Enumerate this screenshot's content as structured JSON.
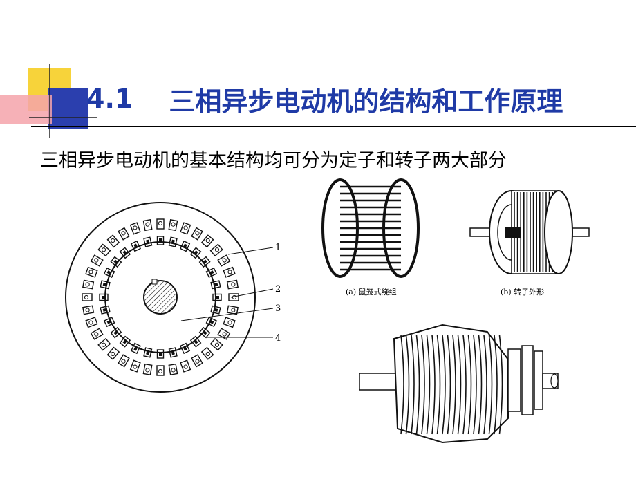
{
  "slide": {
    "section_number": "4.1",
    "title": "三相异步电动机的结构和工作原理",
    "subtitle": "三相异步电动机的基本结构均可分为定子和转子两大部分"
  },
  "figures": {
    "stator": {
      "callouts": [
        "1",
        "2",
        "3",
        "4"
      ]
    },
    "cage_caption": "(a) 鼠笼式绕组",
    "rotor_caption": "(b) 转子外形"
  },
  "colors": {
    "title": "#1f3aa6",
    "deco_yellow": "#f7d33a",
    "deco_blue": "#2b3fae",
    "deco_pink": "#f4a3aa"
  }
}
